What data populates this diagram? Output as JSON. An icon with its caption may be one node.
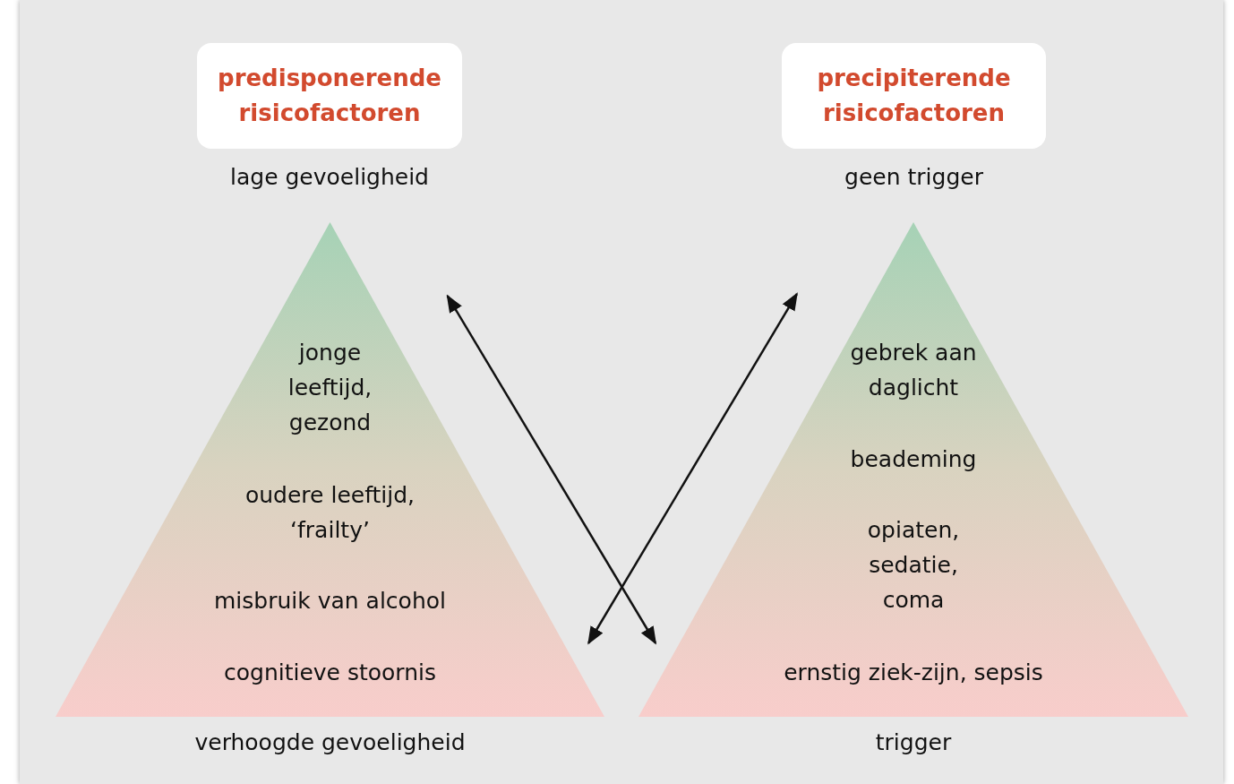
{
  "diagram": {
    "nodes": [
      {
        "text": [
          "predisponerende risicofactoren"
        ],
        "beside": [
          "lage gevoeligheid"
        ]
      },
      {
        "text": [
          "jonge leeftijd, gezond",
          "oudere leeftijd, ‘frailty’",
          "misbruik van alcohol",
          "cognitieve stoornis"
        ],
        "beside": [
          "verhoogde gevoeligheid"
        ]
      },
      {
        "text": [
          "precipiterende risicofactoren"
        ],
        "beside": [
          "geen trigger"
        ]
      },
      {
        "text": [
          "gebrek aan daglicht",
          "beademing",
          "opiaten, sedatie, coma",
          "ernstig ziek-zijn, sepsis"
        ],
        "beside": [
          "trigger"
        ]
      }
    ],
    "edges": [
      {
        "from": 1,
        "to": 3,
        "arrow": "both"
      },
      {
        "from": 1,
        "to": 3,
        "arrow": "both"
      }
    ]
  }
}
